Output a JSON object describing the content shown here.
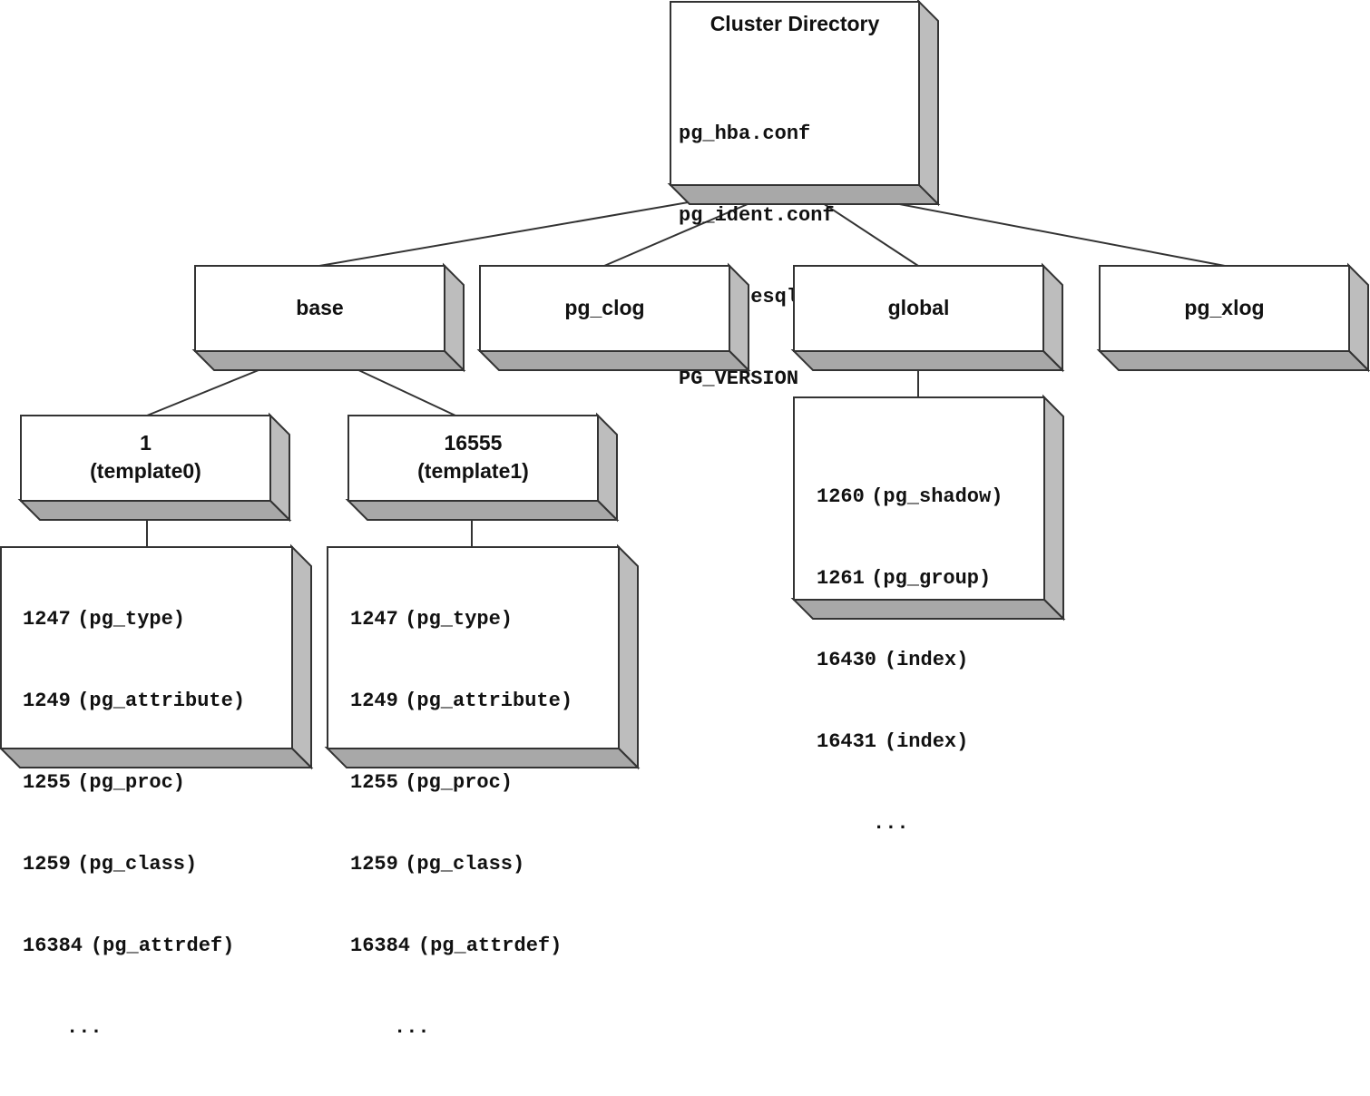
{
  "colors": {
    "face": "#ffffff",
    "side": "#bdbdbd",
    "bottom": "#a8a8a8",
    "outline": "#333333",
    "line": "#333333"
  },
  "cluster": {
    "title": "Cluster Directory",
    "files": [
      "pg_hba.conf",
      "pg_ident.conf",
      "postgresql.conf",
      "PG_VERSION"
    ]
  },
  "dirs": {
    "base": "base",
    "pg_clog": "pg_clog",
    "global": "global",
    "pg_xlog": "pg_xlog"
  },
  "databases": {
    "template0": {
      "oid": "1",
      "name": "(template0)"
    },
    "template1": {
      "oid": "16555",
      "name": "(template1)"
    }
  },
  "template0_files": [
    {
      "num": "1247",
      "name": "(pg_type)"
    },
    {
      "num": "1249",
      "name": "(pg_attribute)"
    },
    {
      "num": "1255",
      "name": "(pg_proc)"
    },
    {
      "num": "1259",
      "name": "(pg_class)"
    },
    {
      "num": "16384",
      "name": "(pg_attrdef)"
    }
  ],
  "template1_files": [
    {
      "num": "1247",
      "name": "(pg_type)"
    },
    {
      "num": "1249",
      "name": "(pg_attribute)"
    },
    {
      "num": "1255",
      "name": "(pg_proc)"
    },
    {
      "num": "1259",
      "name": "(pg_class)"
    },
    {
      "num": "16384",
      "name": "(pg_attrdef)"
    }
  ],
  "global_files": [
    {
      "num": "1260",
      "name": "(pg_shadow)"
    },
    {
      "num": "1261",
      "name": "(pg_group)"
    },
    {
      "num": "16430",
      "name": "(index)"
    },
    {
      "num": "16431",
      "name": "(index)"
    }
  ],
  "ellipsis": "..."
}
